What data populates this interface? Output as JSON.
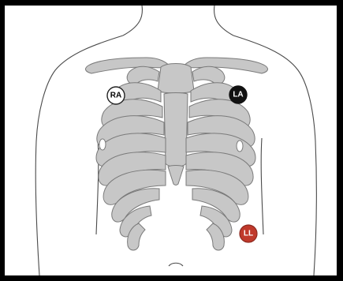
{
  "colors": {
    "frame": "#000000",
    "background": "#ffffff",
    "outline": "#4a4a4a",
    "bone_fill": "#c7c7c7",
    "bone_stroke": "#7a7a7a",
    "ra_fill": "#ffffff",
    "ra_text": "#000000",
    "la_fill": "#111111",
    "la_text": "#ffffff",
    "ll_fill": "#c0392b",
    "ll_text": "#ffffff"
  },
  "electrodes": [
    {
      "id": "ra",
      "label": "RA"
    },
    {
      "id": "la",
      "label": "LA"
    },
    {
      "id": "ll",
      "label": "LL"
    }
  ]
}
